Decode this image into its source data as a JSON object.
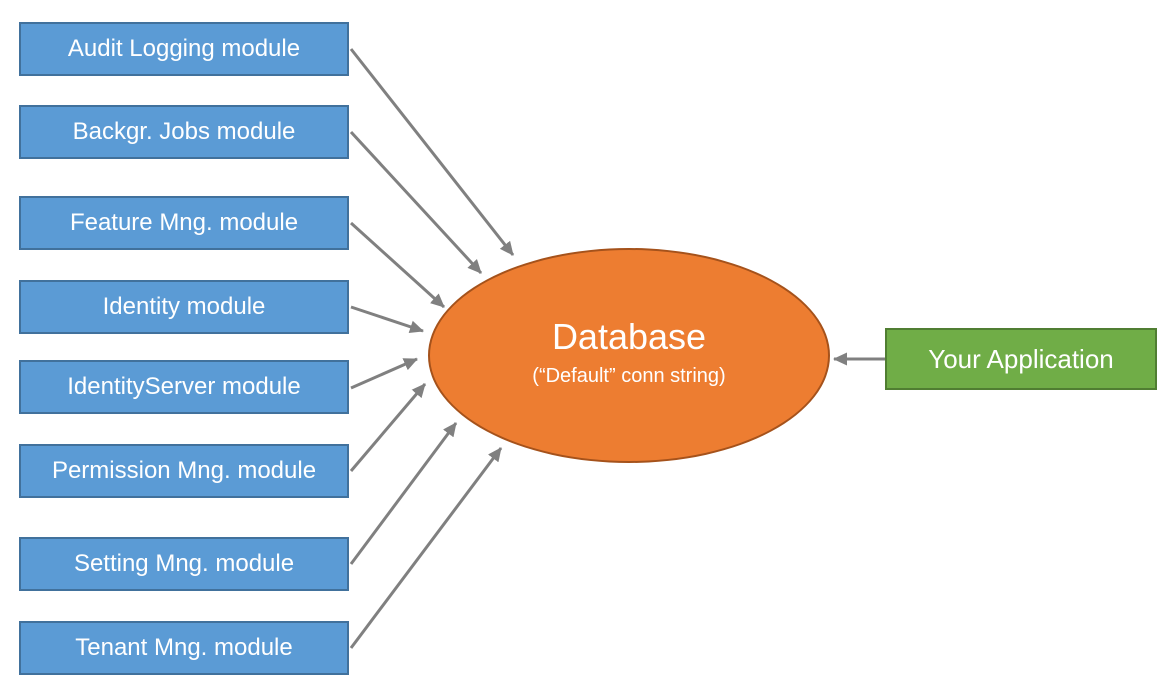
{
  "diagram": {
    "modules": [
      {
        "label": "Audit Logging module"
      },
      {
        "label": "Backgr. Jobs module"
      },
      {
        "label": "Feature Mng. module"
      },
      {
        "label": "Identity module"
      },
      {
        "label": "IdentityServer module"
      },
      {
        "label": "Permission Mng. module"
      },
      {
        "label": "Setting Mng. module"
      },
      {
        "label": "Tenant Mng. module"
      }
    ],
    "database": {
      "title": "Database",
      "subtitle": "(“Default” conn string)"
    },
    "application": {
      "label": "Your Application"
    },
    "connections": [
      "Audit Logging module → Database",
      "Backgr. Jobs module → Database",
      "Feature Mng. module → Database",
      "Identity module → Database",
      "IdentityServer module → Database",
      "Permission Mng. module → Database",
      "Setting Mng. module → Database",
      "Tenant Mng. module → Database",
      "Your Application → Database"
    ],
    "colors": {
      "module_fill": "#5B9BD5",
      "module_border": "#41719C",
      "database_fill": "#ED7D31",
      "database_border": "#A5521B",
      "application_fill": "#70AD47",
      "application_border": "#507E32",
      "arrow": "#808080",
      "text": "#FFFFFF"
    }
  }
}
